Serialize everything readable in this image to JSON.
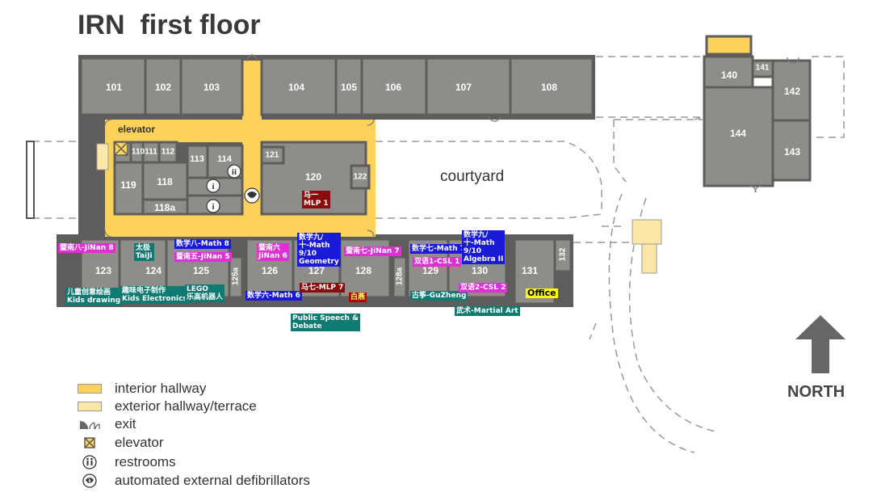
{
  "title": "IRN  first floor",
  "courtyard_label": "courtyard",
  "elevator_label": "elevator",
  "north_label": "NORTH",
  "colors": {
    "room": "#8f8d8a",
    "wall": "#5f5d5b",
    "interior_hallway": "#fcd25a",
    "exterior_hallway": "#fde7a8",
    "pink_label": "#e02fd6",
    "blue_label": "#1a1ad9",
    "teal_label": "#0f7a72",
    "maroon_label": "#8b0c0c"
  },
  "rooms": {
    "r101": "101",
    "r102": "102",
    "r103": "103",
    "r104": "104",
    "r105": "105",
    "r106": "106",
    "r107": "107",
    "r108": "108",
    "r110": "110",
    "r111": "111",
    "r112": "112",
    "r113": "113",
    "r114": "114",
    "r118": "118",
    "r118a": "118a",
    "r119": "119",
    "r120": "120",
    "r121": "121",
    "r122": "122",
    "r123": "123",
    "r124": "124",
    "r125": "125",
    "r125a": "125a",
    "r126": "126",
    "r127": "127",
    "r128": "128",
    "r128a": "128a",
    "r129": "129",
    "r130": "130",
    "r131": "131",
    "r132": "132",
    "r140": "140",
    "r141": "141",
    "r142": "142",
    "r143": "143",
    "r144": "144"
  },
  "class_labels": {
    "jinan8": "暨南八-JiNan 8",
    "taiji_cn": "太极",
    "taiji_en": "TaiJi",
    "math8": "数学八-Math 8",
    "jinan5": "暨南五-JiNan 5",
    "jinan6_cn": "暨南六",
    "jinan6_en": "JiNan 6",
    "math910_geo_1": "数学九/",
    "math910_geo_2": "十-Math",
    "math910_geo_3": "9/10",
    "math910_geo_4": "Geometry",
    "mlp1_cn": "马一",
    "mlp1_en": "MLP 1",
    "jinan7": "暨南七-JiNan 7",
    "math7": "数学七-Math 7",
    "csl1": "双语1-CSL 1",
    "math910_alg_1": "数学九/",
    "math910_alg_2": "十-Math",
    "math910_alg_3": "9/10",
    "math910_alg_4": "Algebra II",
    "kids_drawing_cn": "儿童创意绘画",
    "kids_drawing_en": "Kids drawing",
    "kids_elec_cn": "趣味电子制作",
    "kids_elec_en": "Kids Electronics",
    "lego_en": "LEGO",
    "lego_cn": "乐高机器人",
    "math6": "数学六-Math 6",
    "mlp7": "马七-MLP 7",
    "baiyan": "白燕",
    "guzheng": "古筝-GuZheng",
    "csl2": "双语2-CSL 2",
    "office": "Office",
    "martial_art": "武术-Martial Art",
    "speech_1": "Public Speech &",
    "speech_2": "Debate"
  },
  "legend": [
    {
      "icon": "interior-hallway-swatch",
      "text": "interior hallway"
    },
    {
      "icon": "exterior-hallway-swatch",
      "text": "exterior hallway/terrace"
    },
    {
      "icon": "exit-icon",
      "text": "exit"
    },
    {
      "icon": "elevator-icon",
      "text": "elevator"
    },
    {
      "icon": "restroom-icon",
      "text": "restrooms"
    },
    {
      "icon": "defibrillator-icon",
      "text": "automated external defibrillators"
    }
  ]
}
